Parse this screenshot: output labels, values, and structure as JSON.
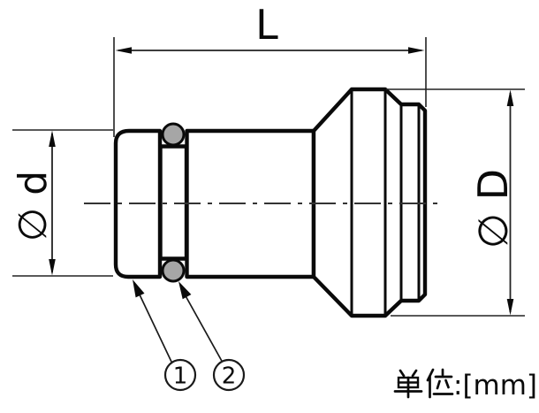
{
  "drawing": {
    "dim_length": {
      "label": "L"
    },
    "dim_small_diameter": {
      "label": "∅ d"
    },
    "dim_large_diameter": {
      "label": "∅ D"
    },
    "callouts": [
      {
        "number": "1"
      },
      {
        "number": "2"
      }
    ],
    "unit_note": {
      "text": "単位:[mm]",
      "suffix": ":[mm]"
    },
    "colors": {
      "outline": "#0a0a0a",
      "centerline": "#333333",
      "thin_line": "#222222",
      "oring_fill": "#a6a6a6",
      "background": "#ffffff"
    }
  }
}
